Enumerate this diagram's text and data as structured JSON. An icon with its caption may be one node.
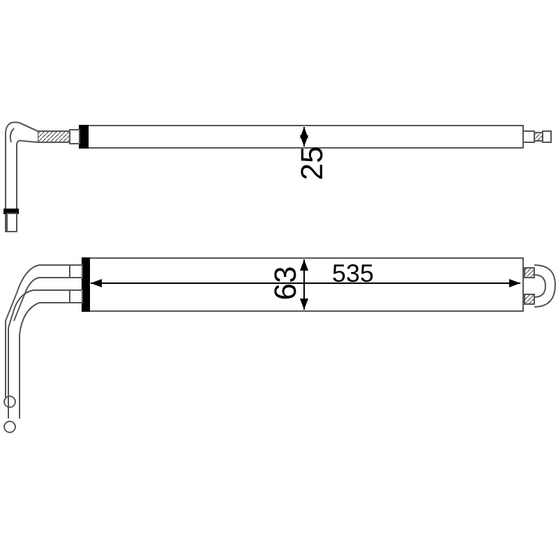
{
  "diagram": {
    "labels": [
      "25",
      "63",
      "535"
    ]
  }
}
